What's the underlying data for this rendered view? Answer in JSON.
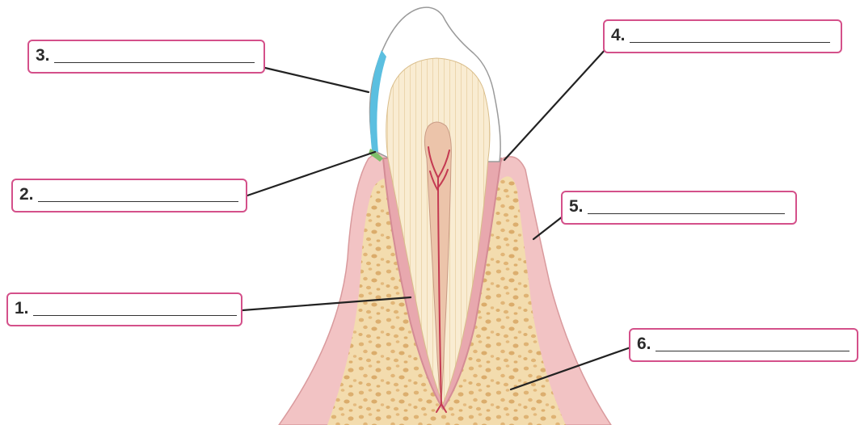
{
  "diagram": {
    "labels": [
      {
        "id": "1",
        "text": "1."
      },
      {
        "id": "2",
        "text": "2."
      },
      {
        "id": "3",
        "text": "3."
      },
      {
        "id": "4",
        "text": "4."
      },
      {
        "id": "5",
        "text": "5."
      },
      {
        "id": "6",
        "text": "6."
      }
    ]
  },
  "colors": {
    "label_border": "#d4508a",
    "gum": "#f2c3c4",
    "gum_outline": "#d99a9d",
    "bone": "#f3dcae",
    "bone_spots": "#deb072",
    "enamel": "#ffffff",
    "enamel_blue": "#5bbfe0",
    "dentin": "#f9ecd2",
    "pulp": "#ecc4aa",
    "vessels": "#c43a52",
    "leader_lines": "#222222"
  }
}
